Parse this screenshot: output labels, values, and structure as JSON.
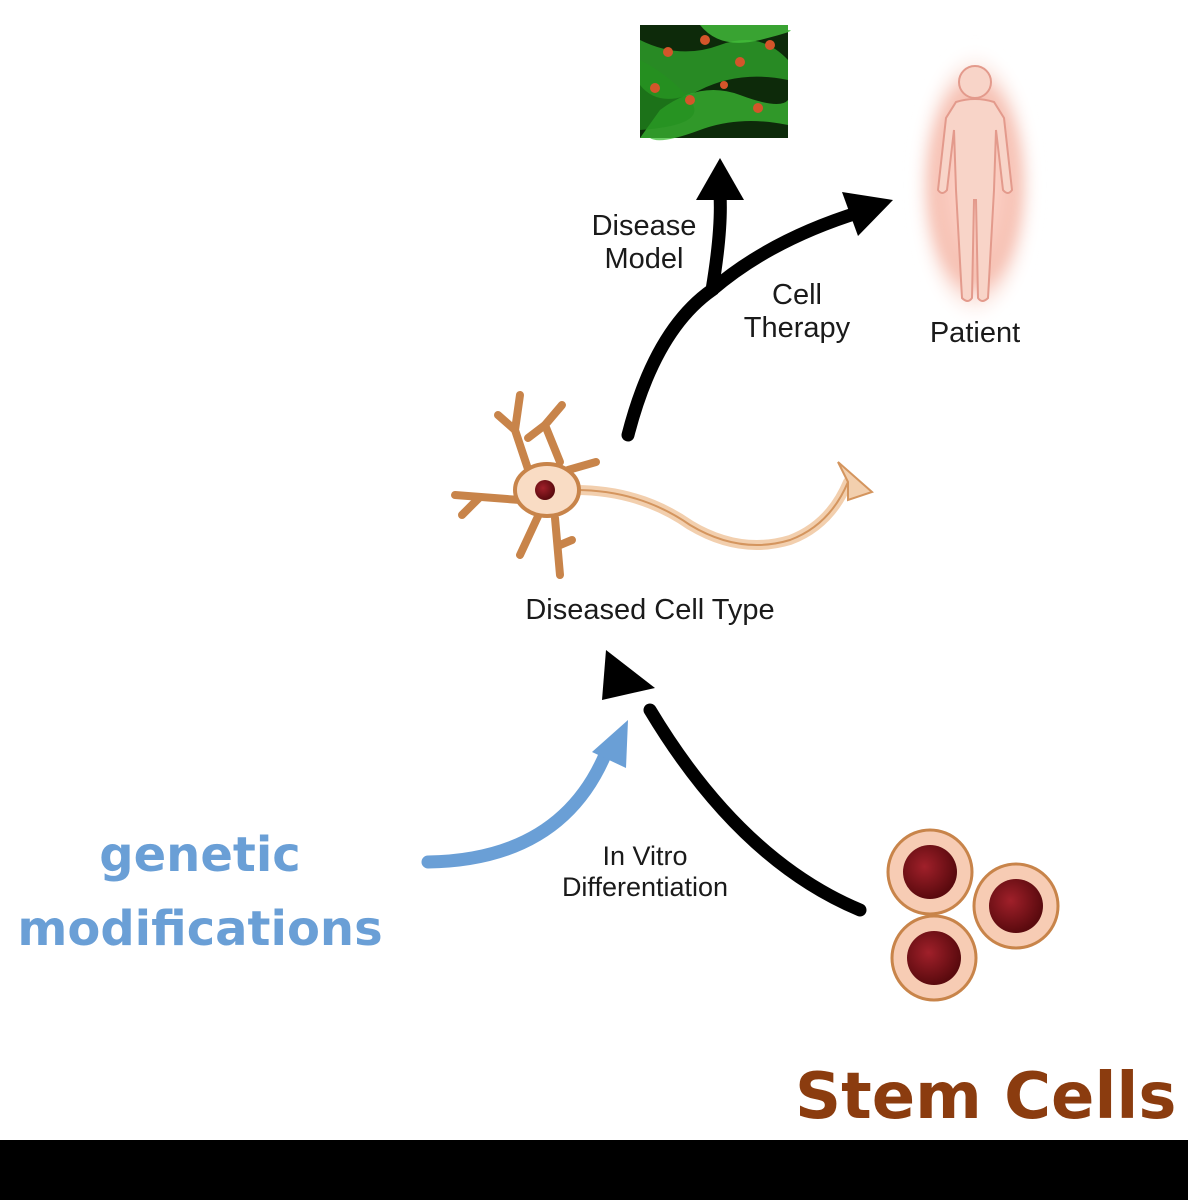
{
  "labels": {
    "disease_model": [
      "Disease",
      "Model"
    ],
    "cell_therapy": [
      "Cell",
      "Therapy"
    ],
    "patient": "Patient",
    "diseased_cell_type": "Diseased Cell Type",
    "in_vitro": [
      "In Vitro",
      "Differentiation"
    ],
    "genetic_modifications": [
      "genetic",
      "modifications"
    ],
    "stem_cells": "Stem Cells"
  },
  "colors": {
    "arrow": "#000000",
    "genetic_arrow": "#6a9fd6",
    "neuron": "#c8844a",
    "nucleus": "#7a0c12",
    "title": "#8b3c0f",
    "micrograph": "#2fa32a"
  },
  "icons": [
    "fluorescence-micrograph-image",
    "patient-silhouette-icon",
    "neuron-icon",
    "stem-cell-icon"
  ]
}
